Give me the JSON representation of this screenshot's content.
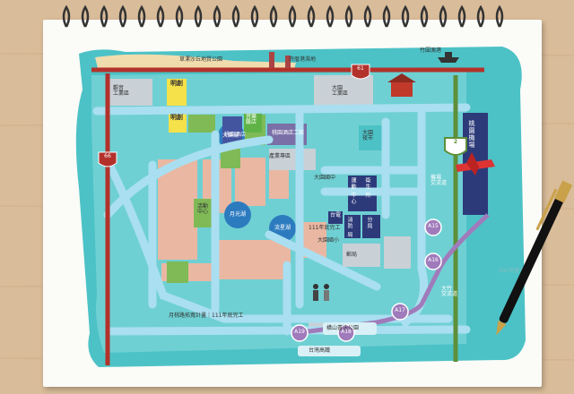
{
  "map": {
    "top_labels": {
      "park": "草漯沙丘地質公園",
      "fishing_port": "許厝港濕地",
      "bamboo_port": "竹圍漁港"
    },
    "highways": {
      "h61": "61",
      "h66": "66",
      "h2": "2"
    },
    "districts": {
      "guanyin_industrial": "觀音\n工業區",
      "dayuan_industrial": "大園\n工業區",
      "airport": "桃園機場",
      "dayuan_night_market": "大園\n夜市",
      "gym": "大竹\n交流道",
      "airport_interchange": "機場\n交流道"
    },
    "stores": {
      "mall1": "桃園酒店二館",
      "hotel": "桃園酒店",
      "music_hotel": "音樂\n飯店",
      "lake_a": "大樂湖",
      "lake_b": "月光湖",
      "lake_c": "流星湖",
      "activity_center": "活動\n中心",
      "school_a": "大園國中",
      "school_b": "大園國小",
      "post": "郵局",
      "fire": "消防\n局",
      "police": "分局",
      "taipower": "台電",
      "health": "衛生\n所",
      "sports": "運動\n中心",
      "dept": "產業專區"
    },
    "brand_signs": {
      "sign1": "明創",
      "sign2": "明創"
    },
    "mrt_stations": [
      "A15",
      "A16",
      "A17",
      "A18",
      "A19"
    ],
    "bottom_labels": {
      "road_plan": "月桃路拓寬計畫｜111年底完工",
      "park_bottom": "橫山書法公園",
      "hsr": "台灣高鐵",
      "plan_note": "111年底完工"
    },
    "watermark": "591房屋交易"
  },
  "colors": {
    "sea": "#4cc2c6",
    "road": "#9fd8ea",
    "residential": "#eab7a2",
    "industrial": "#c9d0d6",
    "green": "#7fba57",
    "highway_red": "#b3312b",
    "mrt_purple": "#a07bbb",
    "navy": "#2d3a7a",
    "yellow": "#f5e14a"
  }
}
